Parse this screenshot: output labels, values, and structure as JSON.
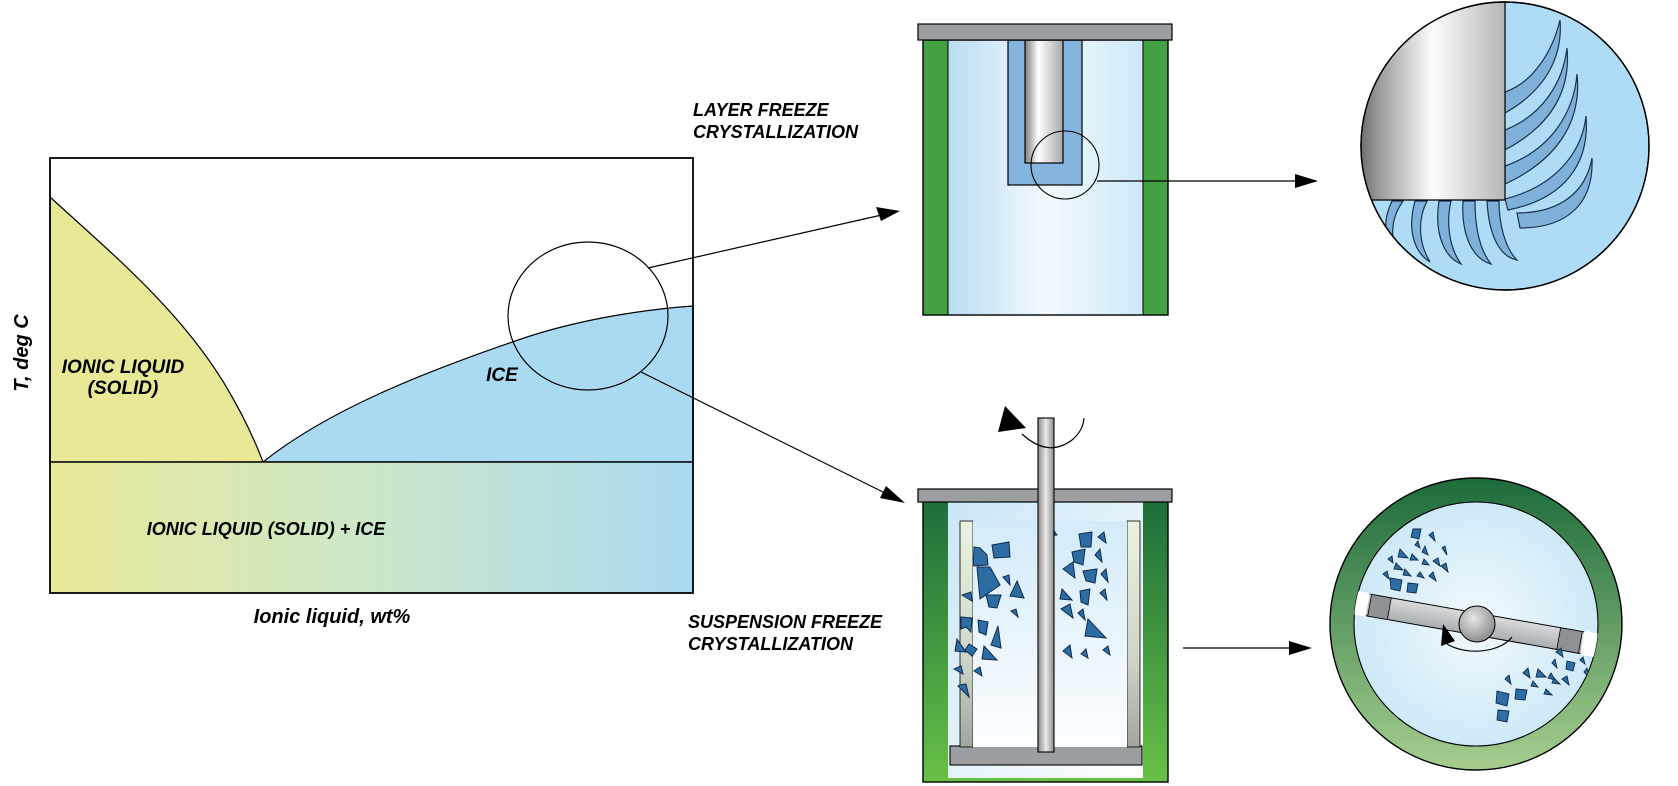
{
  "figure": {
    "description_note": "Phase diagram of ionic liquid + water with freeze crystallization process illustrations"
  },
  "phase_diagram": {
    "y_axis_label": "T, deg C",
    "x_axis_label": "Ionic liquid, wt%",
    "region_labels": {
      "ionic_liquid_solid_line1": "IONIC LIQUID",
      "ionic_liquid_solid_line2": "(SOLID)",
      "ice": "ICE",
      "mixed": "IONIC LIQUID (SOLID) + ICE"
    }
  },
  "annotations": {
    "layer_freeze_line1": "LAYER FREEZE",
    "layer_freeze_line2": "CRYSTALLIZATION",
    "suspension_freeze_line1": "SUSPENSION FREEZE",
    "suspension_freeze_line2": "CRYSTALLIZATION"
  },
  "colors": {
    "ionic_liquid_solid_region": "#e9e897",
    "ice_region": "#aadaf2",
    "detail_circle_fill": "#aedcf6",
    "ice_scale_blue": "#7fb0d9",
    "ice_layer_jacket": "#85b4de",
    "crystal_blue": "#2e6da4",
    "vessel_green": "#43a143",
    "vessel_green_dark": "#1d6e3a",
    "vessel_green_light": "#68c047",
    "metal_gray": "#9c9fa1",
    "outline_black": "#1a1a1a"
  }
}
